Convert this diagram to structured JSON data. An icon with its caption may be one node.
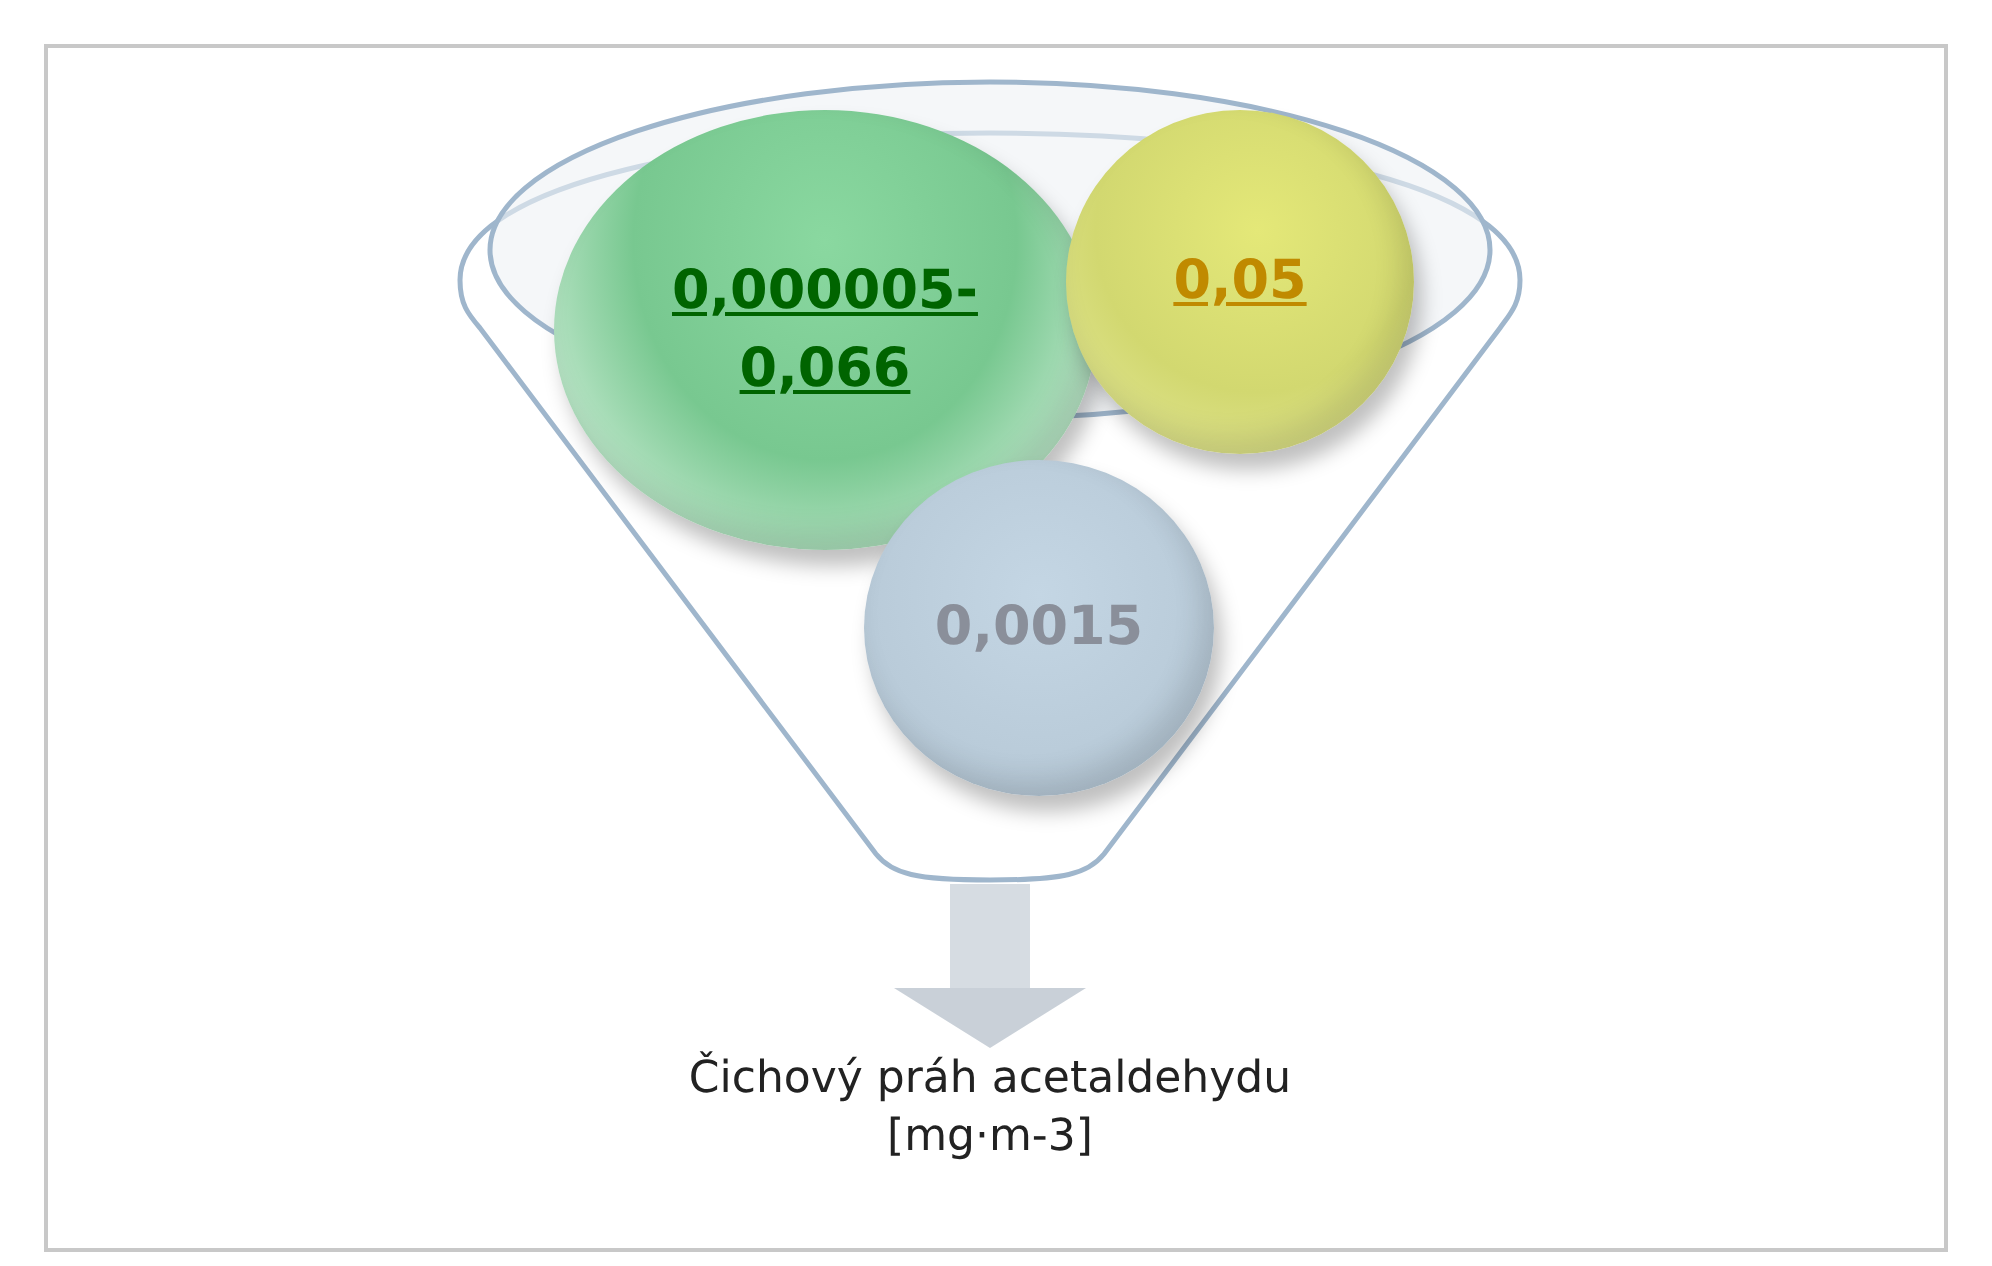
{
  "diagram": {
    "nodes": [
      {
        "text": [],
        "shape": "funnel"
      },
      {
        "text": [
          "0,000005-0,066"
        ],
        "in": 0
      },
      {
        "text": [
          "0,05"
        ],
        "in": 0
      },
      {
        "text": [
          "0,0015"
        ],
        "in": 0
      },
      {
        "text": [
          "Čichový práh acetaldehydu [mg·m-3]"
        ]
      }
    ],
    "edges": [
      {
        "from": 0,
        "to": 4,
        "arrow": "to"
      }
    ]
  }
}
